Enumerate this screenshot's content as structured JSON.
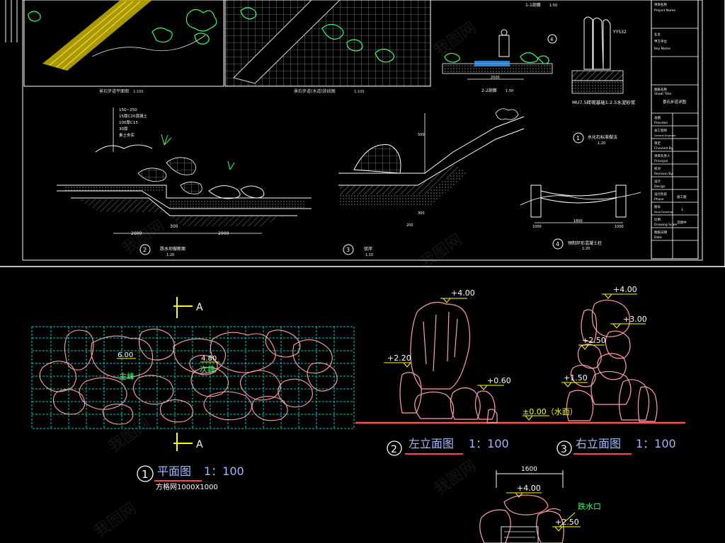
{
  "top_sheet": {
    "plan_title": "景石步道平面图",
    "plan_scale": "1:100",
    "grid_title": "景石步道(水道)放线图",
    "grid_scale": "1:100",
    "section_11": "1-1剖面",
    "section_11_scale": "1:50",
    "section_22": "2-2剖面",
    "section_22_scale": "1:50",
    "section_22_dim": "2500",
    "stone_title": "水化石标准做法",
    "stone_scale": "1:20",
    "stone_material": "MU7.5砖砌基础1:2.5水泥砂浆",
    "stone_dim": "YY532",
    "detail2_num": "2",
    "detail2_title": "跌水坝做断面",
    "detail2_scale": "1:20",
    "detail2_dims": [
      "2000",
      "300",
      "2000"
    ],
    "detail2_layers": [
      "150~250",
      "15厚C20混凝土",
      "100厚C15",
      "30厚",
      "素土夯实"
    ],
    "detail3_num": "3",
    "detail3_title": "驳岸",
    "detail3_scale": "1:10",
    "detail3_dims": [
      "500",
      "300",
      "200"
    ],
    "detail4_num": "4",
    "detail4_title": "预制环形混凝土柱",
    "detail4_scale": "1:20",
    "detail4_dims": [
      "1800",
      "1000",
      "1000"
    ],
    "detail1_num": "1",
    "title_block": [
      "项目名称",
      "Project Name",
      "业主",
      "甲方单位",
      "Key Name",
      "图纸名称",
      "Sheet Title",
      "景石步道详图",
      "总图",
      "Presiden",
      "总工程师",
      "General Engineer",
      "审定",
      "Checked By",
      "项目负责人",
      "Principal",
      "校对",
      "Revision By",
      "设计",
      "Design",
      "设计阶段",
      "Phase",
      "施工图",
      "图号",
      "No.of Drawings",
      "1",
      "比例",
      "Drawing Scale",
      "见图中",
      "图纸日期",
      "Date"
    ]
  },
  "section_mark": "A",
  "plan_view": {
    "num": "1",
    "title": "平面图",
    "scale": "1：100",
    "grid_note": "方格网1000X1000",
    "label_main": "主峰",
    "label_second": "次峰",
    "elev_main": "6.00",
    "elev_second": "4.80"
  },
  "left_elevation": {
    "num": "2",
    "title": "左立面图",
    "scale": "1：100",
    "elevations": [
      "+4.00",
      "+2.20",
      "+0.60"
    ],
    "water_level": "±0.00（水面）"
  },
  "right_elevation": {
    "num": "3",
    "title": "右立面图",
    "scale": "1：100",
    "elevations": [
      "+4.00",
      "+3.00",
      "+2.50",
      "+1.50"
    ]
  },
  "bottom_detail": {
    "width_dim": "1600",
    "elevations": [
      "+4.00",
      "+2.50"
    ],
    "outlet_label": "跌水口"
  },
  "watermark": "我图网",
  "colors": {
    "grid": "#00c8c8",
    "rock": "#ff9fa8",
    "label_yellow": "#ffff00",
    "label_green": "#33ff66",
    "title_blue": "#9fb8ff",
    "underline_red": "#ff4444",
    "ground": "#ff5050"
  }
}
